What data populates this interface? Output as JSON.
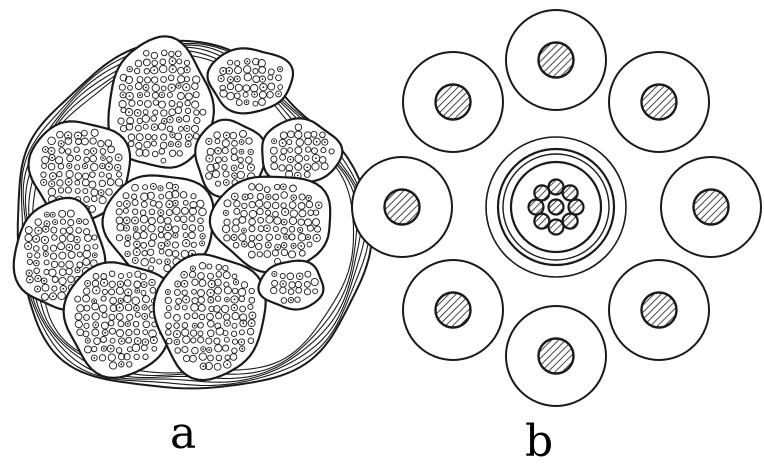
{
  "panels": [
    {
      "label": "a"
    },
    {
      "label": "b"
    }
  ],
  "colors": {
    "stroke": "#1a1a1a",
    "background": "#ffffff"
  },
  "hatch_pattern": "diagonal-lines"
}
